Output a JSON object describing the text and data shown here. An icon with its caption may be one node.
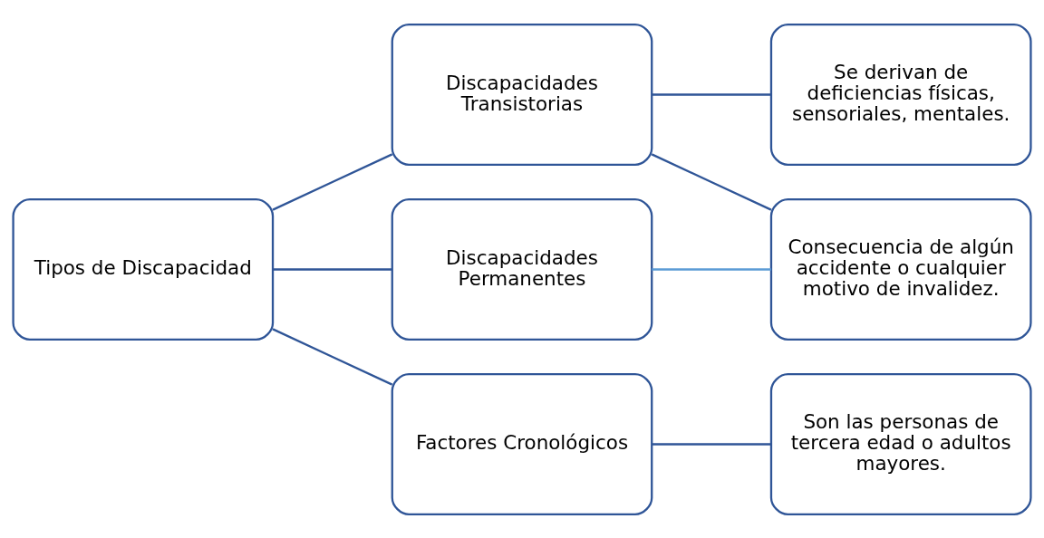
{
  "diagram": {
    "nodes": [
      {
        "text": [
          "Tipos de Discapacidad"
        ]
      },
      {
        "text": [
          "Discapacidades Transistorias"
        ]
      },
      {
        "text": [
          "Discapacidades Permanentes"
        ]
      },
      {
        "text": [
          "Factores Cronológicos"
        ]
      },
      {
        "text": [
          "Se derivan de deficiencias físicas, sensoriales, mentales."
        ]
      },
      {
        "text": [
          "Consecuencia de algún accidente o cualquier motivo de invalidez."
        ]
      },
      {
        "text": [
          "Son las personas de tercera edad o adultos mayores."
        ]
      }
    ],
    "edges": [
      {
        "from": 0,
        "to": 1,
        "arrow": "none"
      },
      {
        "from": 0,
        "to": 2,
        "arrow": "none"
      },
      {
        "from": 0,
        "to": 3,
        "arrow": "none"
      },
      {
        "from": 1,
        "to": 4,
        "arrow": "none"
      },
      {
        "from": 1,
        "to": 5,
        "arrow": "none"
      },
      {
        "from": 2,
        "to": 5,
        "arrow": "none",
        "color": "#5b9bd5"
      },
      {
        "from": 3,
        "to": 6,
        "arrow": "none"
      }
    ]
  }
}
